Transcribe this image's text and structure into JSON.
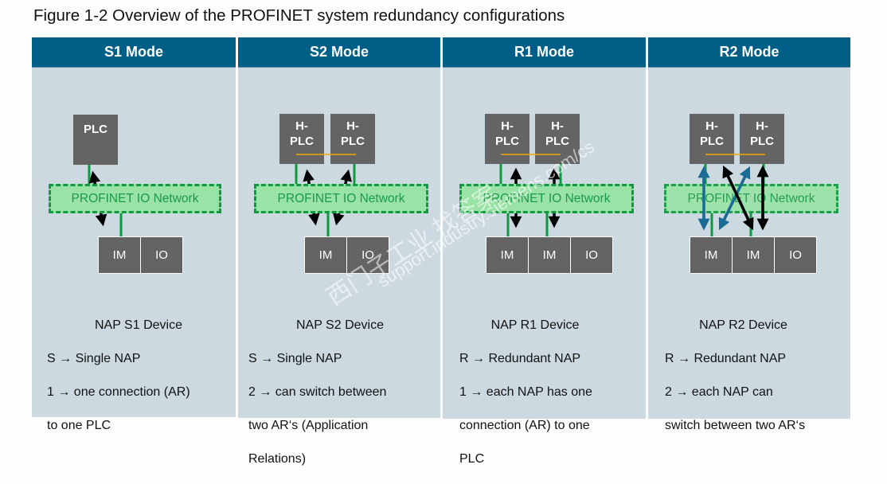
{
  "caption": "Figure 1-2 Overview of the PROFINET system redundancy configurations",
  "network_label": "PROFINET IO Network",
  "colors": {
    "header_bg": "#005f87",
    "panel_bg": "#ccd9e1",
    "device_box": "#646464",
    "network_fill": "#9ae3a6",
    "network_border": "#0f9a40",
    "sync_line": "#f0a800",
    "arrow_primary": "#000000",
    "arrow_backup": "#1a6b95"
  },
  "columns": [
    {
      "header": "S1 Mode",
      "controllers": [
        {
          "line1": "PLC",
          "line2": ""
        }
      ],
      "modules": [
        "IM",
        "IO"
      ],
      "title": "NAP S1 Device",
      "lines": [
        "S → Single NAP",
        "1 → one connection (AR)",
        "to one PLC"
      ]
    },
    {
      "header": "S2 Mode",
      "controllers": [
        {
          "line1": "H-",
          "line2": "PLC"
        },
        {
          "line1": "H-",
          "line2": "PLC"
        }
      ],
      "modules": [
        "IM",
        "IO"
      ],
      "title": "NAP S2 Device",
      "lines": [
        "S → Single NAP",
        "2 → can switch between",
        "two AR‘s (Application",
        "Relations)"
      ]
    },
    {
      "header": "R1 Mode",
      "controllers": [
        {
          "line1": "H-",
          "line2": "PLC"
        },
        {
          "line1": "H-",
          "line2": "PLC"
        }
      ],
      "modules": [
        "IM",
        "IM",
        "IO"
      ],
      "title": "NAP R1 Device",
      "lines": [
        "R → Redundant NAP",
        "1 → each NAP has one",
        "connection (AR) to one",
        "PLC"
      ]
    },
    {
      "header": "R2 Mode",
      "controllers": [
        {
          "line1": "H-",
          "line2": "PLC"
        },
        {
          "line1": "H-",
          "line2": "PLC"
        }
      ],
      "modules": [
        "IM",
        "IM",
        "IO"
      ],
      "title": "NAP R2 Device",
      "lines": [
        "R → Redundant NAP",
        "2 → each NAP can",
        "switch between two AR‘s"
      ]
    }
  ],
  "watermark": {
    "line1": "西门子工业 找答案",
    "line2": "support.industry.siemens.com/cs"
  }
}
